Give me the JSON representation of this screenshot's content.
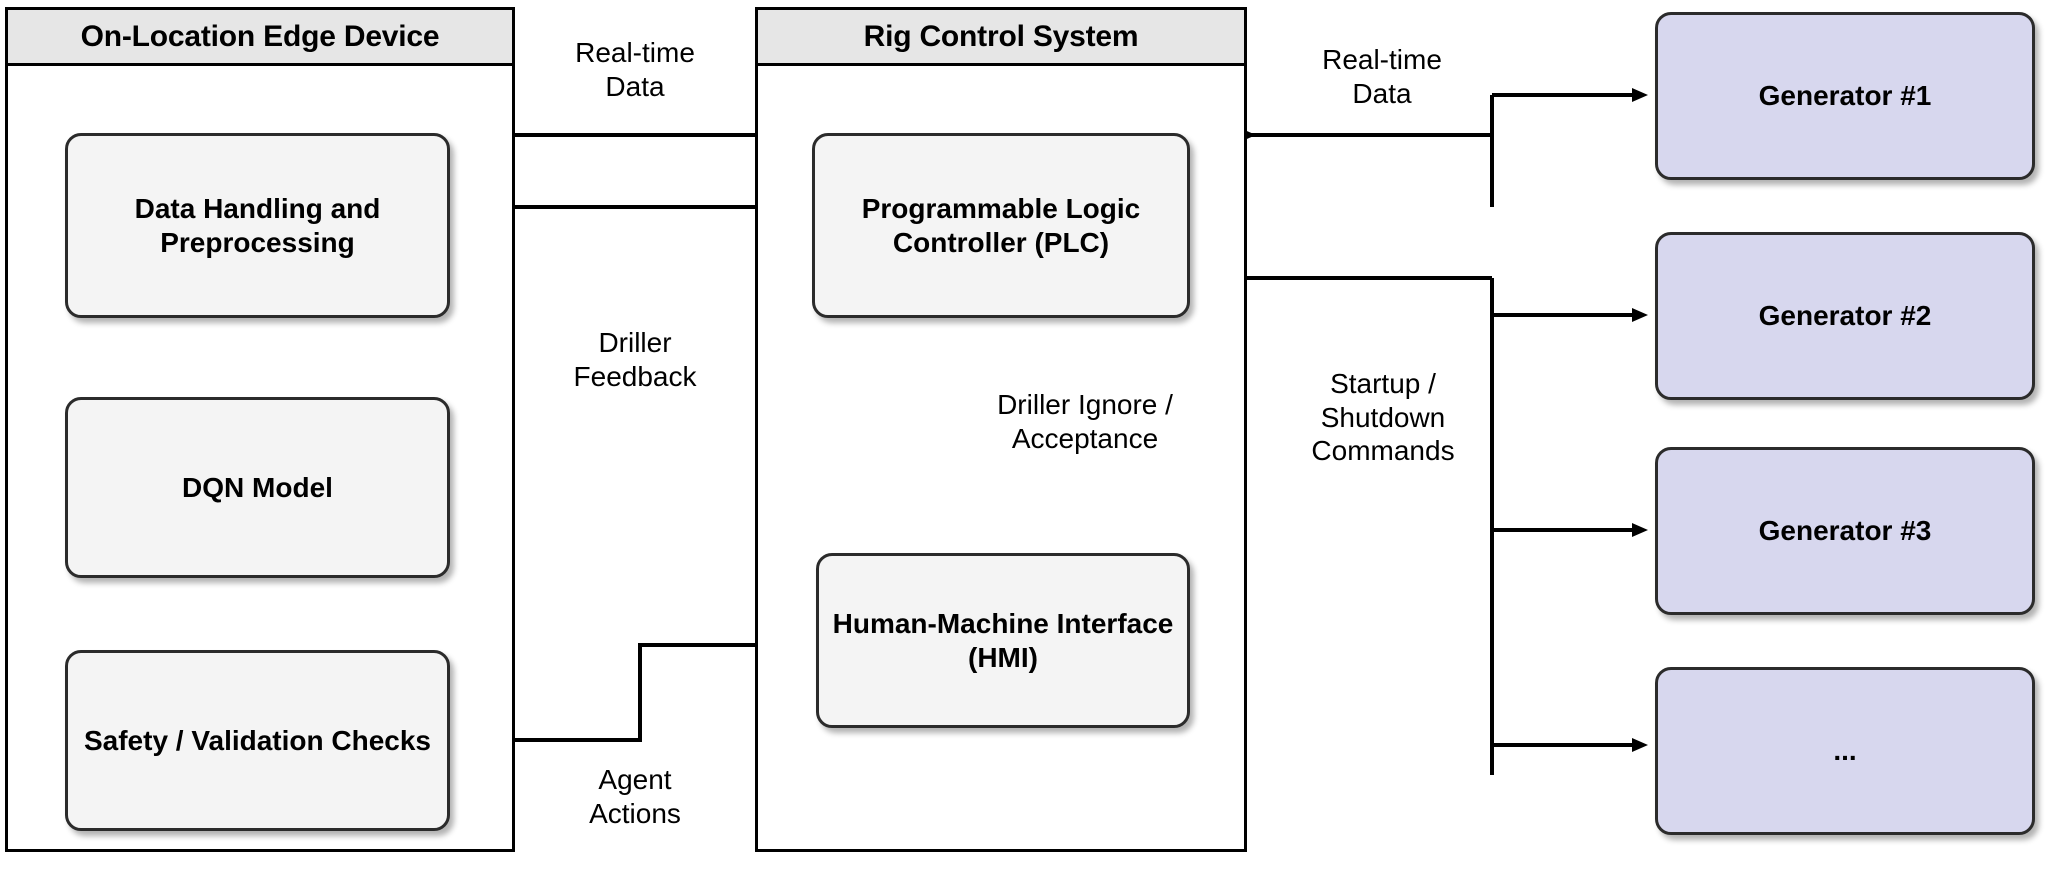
{
  "diagram": {
    "title": "Edge Device / Rig Control System / Generators architecture",
    "colors": {
      "container_header_fill": "#e6e6e6",
      "node_fill": "#f4f4f4",
      "generator_fill": "#d7d7ee",
      "stroke": "#000000",
      "node_stroke": "#2b2b2b",
      "background": "#ffffff"
    }
  },
  "containers": [
    {
      "id": "edge-device",
      "title": "On-Location Edge Device"
    },
    {
      "id": "rig-control",
      "title": "Rig Control System"
    }
  ],
  "nodes": {
    "data_handling": {
      "label": "Data Handling and\nPreprocessing"
    },
    "dqn_model": {
      "label": "DQN Model"
    },
    "safety_checks": {
      "label": "Safety / Validation\nChecks"
    },
    "plc": {
      "label": "Programmable\nLogic Controller\n(PLC)"
    },
    "hmi": {
      "label": "Human-Machine\nInterface (HMI)"
    }
  },
  "generators": [
    {
      "id": "generator-1",
      "label": "Generator #1"
    },
    {
      "id": "generator-2",
      "label": "Generator #2"
    },
    {
      "id": "generator-3",
      "label": "Generator #3"
    },
    {
      "id": "generator-more",
      "label": "..."
    }
  ],
  "edge_labels": {
    "realtime_data_left": "Real-time\nData",
    "driller_feedback": "Driller\nFeedback",
    "agent_actions": "Agent\nActions",
    "driller_ignore_acceptance": "Driller Ignore /\nAcceptance",
    "realtime_data_right": "Real-time\nData",
    "startup_shutdown": "Startup /\nShutdown\nCommands"
  },
  "edges": [
    {
      "from": "plc",
      "to": "data_handling",
      "label": "Real-time Data"
    },
    {
      "from": "plc",
      "to": "data_handling",
      "label": "Driller Feedback"
    },
    {
      "from": "data_handling",
      "to": "dqn_model",
      "label": ""
    },
    {
      "from": "dqn_model",
      "to": "safety_checks",
      "label": ""
    },
    {
      "from": "safety_checks",
      "to": "hmi",
      "label": "Agent Actions"
    },
    {
      "from": "hmi",
      "to": "plc",
      "label": "Driller Ignore / Acceptance"
    },
    {
      "from": "generators",
      "to": "plc",
      "label": "Real-time Data"
    },
    {
      "from": "plc",
      "to": "generator-1",
      "label": "Startup / Shutdown Commands"
    },
    {
      "from": "plc",
      "to": "generator-2",
      "label": "Startup / Shutdown Commands"
    },
    {
      "from": "plc",
      "to": "generator-3",
      "label": "Startup / Shutdown Commands"
    },
    {
      "from": "plc",
      "to": "generator-more",
      "label": "Startup / Shutdown Commands"
    }
  ]
}
